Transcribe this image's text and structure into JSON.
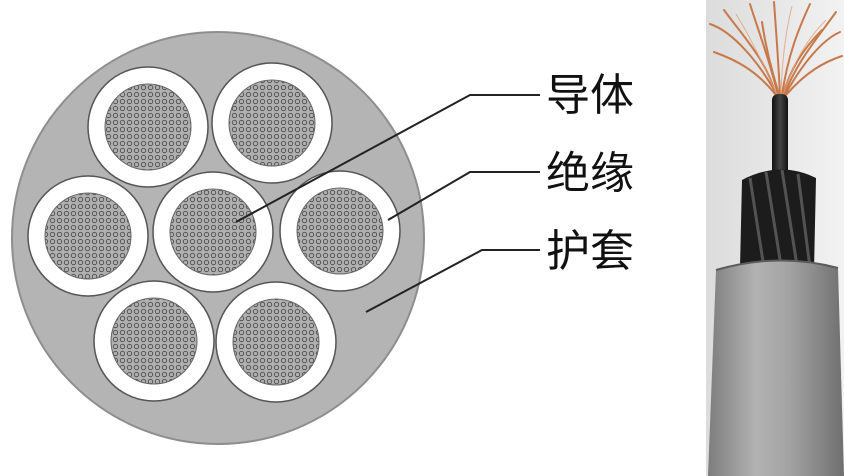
{
  "labels": {
    "conductor": "导体",
    "insulation": "绝缘",
    "sheath": "护套"
  },
  "colors": {
    "sheath": "#b4b4b4",
    "sheath_edge": "#8e8e8e",
    "insulation": "#ffffff",
    "conductor": "#a8a8a8",
    "conductor_mesh": "#4a4a4a",
    "leader_line": "#222222",
    "wire_copper": "#c7794b",
    "wire_core": "#1e1e1e",
    "cable_jacket": "#9c9c9c"
  },
  "cores": {
    "count": 7
  }
}
